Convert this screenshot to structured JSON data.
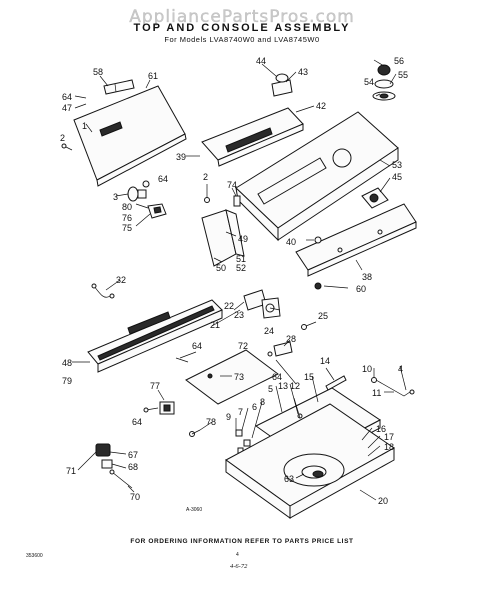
{
  "watermark": "AppliancePartsPros.com",
  "title": "TOP AND CONSOLE ASSEMBLY",
  "subtitle": "For Models LVA8740W0 and LVA8745W0",
  "diagram_code": "A-3060",
  "ordering_note": "FOR ORDERING INFORMATION REFER TO PARTS PRICE LIST",
  "doc_code": "353600",
  "page_number": "4",
  "handwritten_date": "4-6-72",
  "callouts": [
    {
      "id": "58",
      "text": "58"
    },
    {
      "id": "61",
      "text": "61"
    },
    {
      "id": "64a",
      "text": "64"
    },
    {
      "id": "47",
      "text": "47"
    },
    {
      "id": "1",
      "text": "1"
    },
    {
      "id": "2a",
      "text": "2"
    },
    {
      "id": "3",
      "text": "3"
    },
    {
      "id": "80",
      "text": "80"
    },
    {
      "id": "64b",
      "text": "64"
    },
    {
      "id": "76",
      "text": "76"
    },
    {
      "id": "75",
      "text": "75"
    },
    {
      "id": "44",
      "text": "44"
    },
    {
      "id": "43",
      "text": "43"
    },
    {
      "id": "42",
      "text": "42"
    },
    {
      "id": "39",
      "text": "39"
    },
    {
      "id": "56",
      "text": "56"
    },
    {
      "id": "55",
      "text": "55"
    },
    {
      "id": "54",
      "text": "54"
    },
    {
      "id": "53",
      "text": "53"
    },
    {
      "id": "45",
      "text": "45"
    },
    {
      "id": "2b",
      "text": "2"
    },
    {
      "id": "74",
      "text": "74"
    },
    {
      "id": "49",
      "text": "49"
    },
    {
      "id": "40",
      "text": "40"
    },
    {
      "id": "50",
      "text": "50"
    },
    {
      "id": "51",
      "text": "51"
    },
    {
      "id": "52",
      "text": "52"
    },
    {
      "id": "38",
      "text": "38"
    },
    {
      "id": "60",
      "text": "60"
    },
    {
      "id": "32",
      "text": "32"
    },
    {
      "id": "22",
      "text": "22"
    },
    {
      "id": "23",
      "text": "23"
    },
    {
      "id": "21",
      "text": "21"
    },
    {
      "id": "24",
      "text": "24"
    },
    {
      "id": "25",
      "text": "25"
    },
    {
      "id": "48",
      "text": "48"
    },
    {
      "id": "79",
      "text": "79"
    },
    {
      "id": "64c",
      "text": "64"
    },
    {
      "id": "72",
      "text": "72"
    },
    {
      "id": "73",
      "text": "73"
    },
    {
      "id": "28",
      "text": "28"
    },
    {
      "id": "64d",
      "text": "64"
    },
    {
      "id": "14",
      "text": "14"
    },
    {
      "id": "10",
      "text": "10"
    },
    {
      "id": "4",
      "text": "4"
    },
    {
      "id": "11",
      "text": "11"
    },
    {
      "id": "77",
      "text": "77"
    },
    {
      "id": "64e",
      "text": "64"
    },
    {
      "id": "15",
      "text": "15"
    },
    {
      "id": "5",
      "text": "5"
    },
    {
      "id": "13",
      "text": "13"
    },
    {
      "id": "12",
      "text": "12"
    },
    {
      "id": "7",
      "text": "7"
    },
    {
      "id": "8",
      "text": "8"
    },
    {
      "id": "6",
      "text": "6"
    },
    {
      "id": "9",
      "text": "9"
    },
    {
      "id": "78",
      "text": "78"
    },
    {
      "id": "16",
      "text": "16"
    },
    {
      "id": "17",
      "text": "17"
    },
    {
      "id": "18",
      "text": "18"
    },
    {
      "id": "67",
      "text": "67"
    },
    {
      "id": "68",
      "text": "68"
    },
    {
      "id": "71",
      "text": "71"
    },
    {
      "id": "70",
      "text": "70"
    },
    {
      "id": "63",
      "text": "63"
    },
    {
      "id": "20",
      "text": "20"
    }
  ]
}
